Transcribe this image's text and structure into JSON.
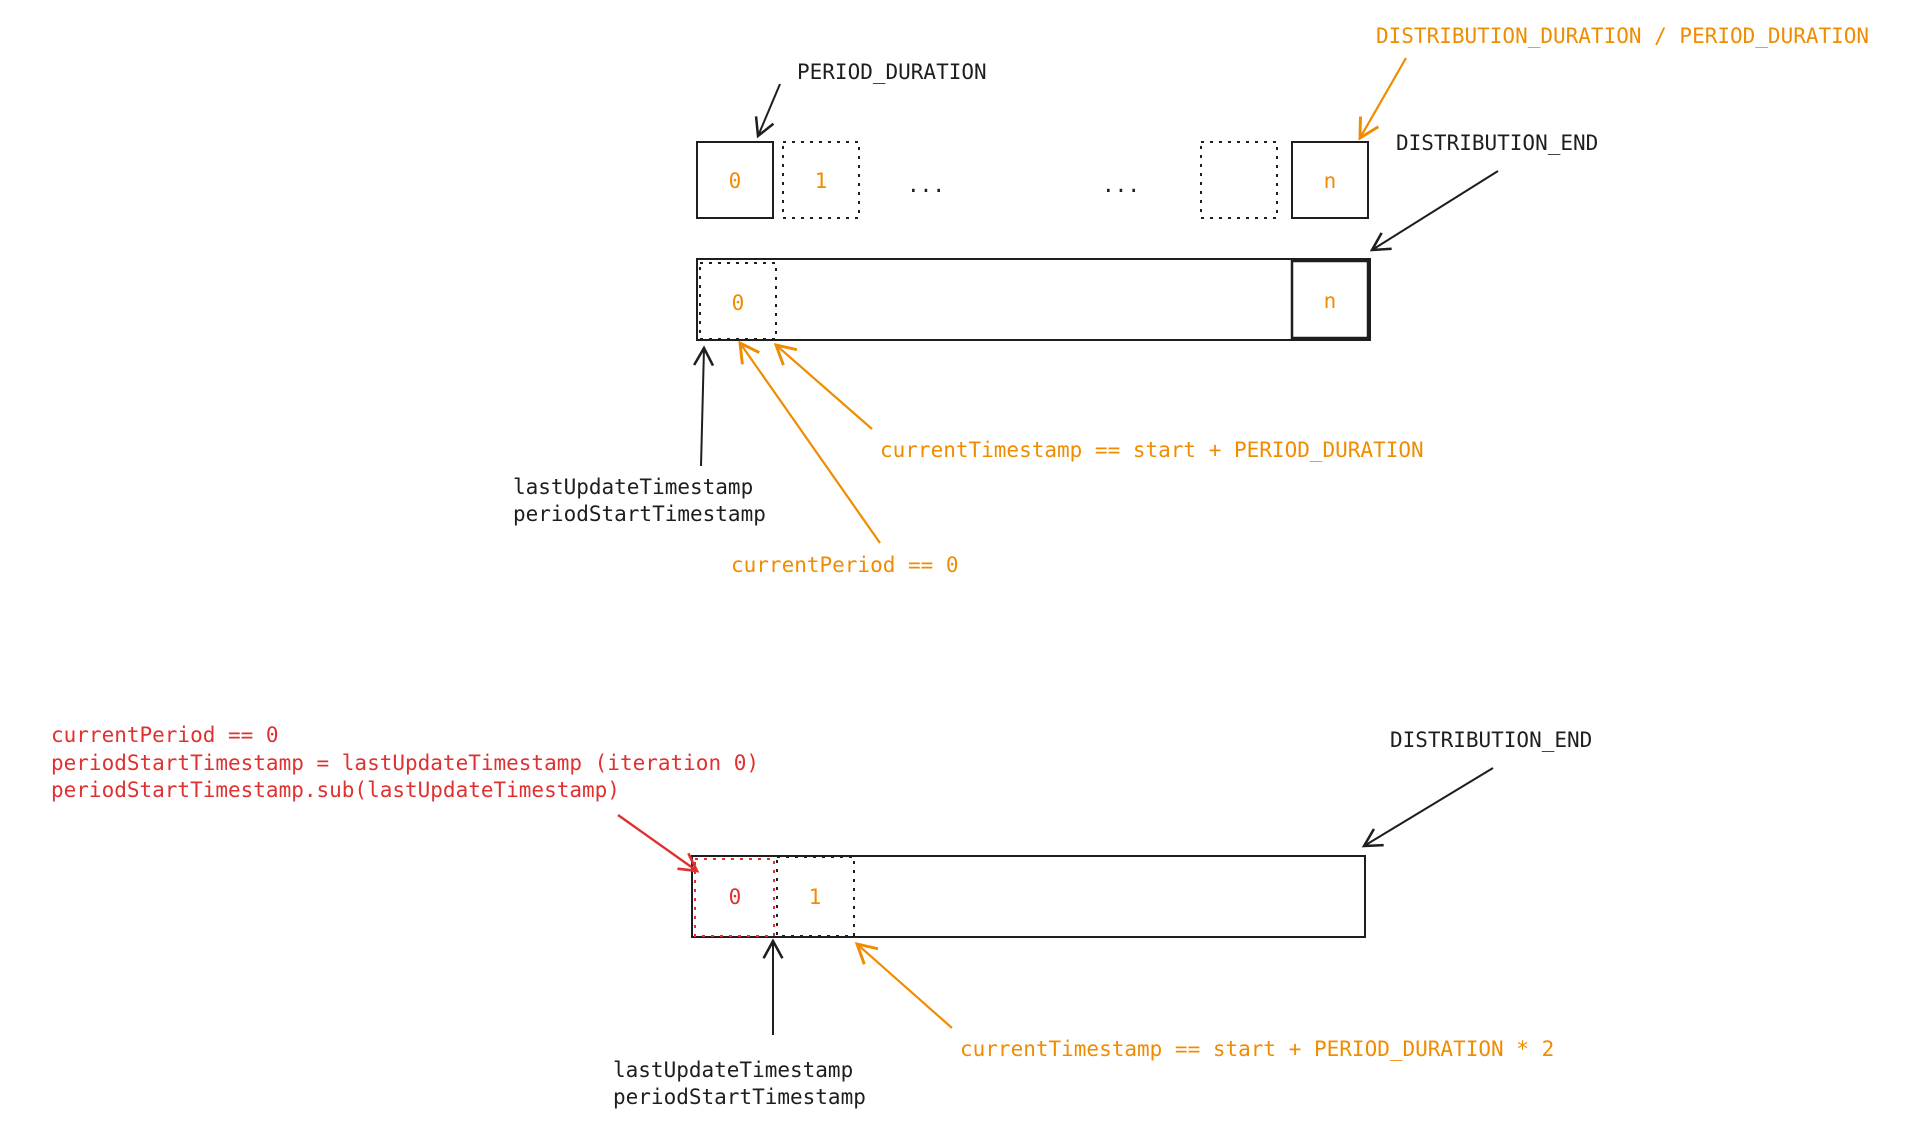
{
  "colors": {
    "ink": "#1e1e1e",
    "orange": "#f08c00",
    "red": "#e03131",
    "background": "#ffffff"
  },
  "top": {
    "period_duration_label": "PERIOD_DURATION",
    "distribution_ratio_label": "DISTRIBUTION_DURATION / PERIOD_DURATION",
    "distribution_end_label": "DISTRIBUTION_END",
    "box_first": "0",
    "box_second": "1",
    "ellipsis_left": "...",
    "ellipsis_right": "...",
    "box_last": "n",
    "bar_first": "0",
    "bar_last": "n",
    "timestamps_line1": "lastUpdateTimestamp",
    "timestamps_line2": "periodStartTimestamp",
    "current_timestamp": "currentTimestamp == start + PERIOD_DURATION",
    "current_period": "currentPeriod == 0"
  },
  "bottom": {
    "note_line1": "currentPeriod == 0",
    "note_line2": "periodStartTimestamp = lastUpdateTimestamp (iteration 0)",
    "note_line3": "periodStartTimestamp.sub(lastUpdateTimestamp)",
    "distribution_end_label": "DISTRIBUTION_END",
    "bar_first": "0",
    "bar_second": "1",
    "timestamps_line1": "lastUpdateTimestamp",
    "timestamps_line2": "periodStartTimestamp",
    "current_timestamp": "currentTimestamp == start + PERIOD_DURATION * 2"
  }
}
